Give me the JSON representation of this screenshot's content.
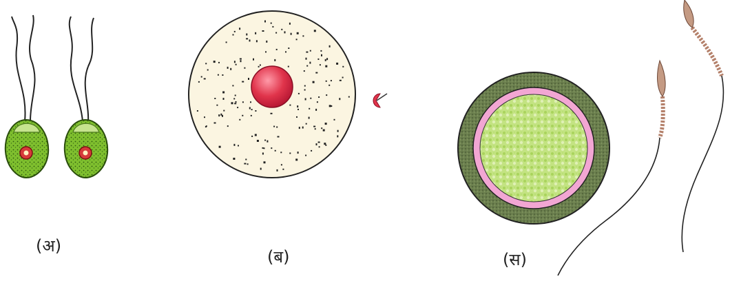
{
  "captions": {
    "a": "(अ)",
    "b": "(ब)",
    "c": "(स)"
  },
  "colors": {
    "cell_green": "#7fbf2e",
    "cell_speckle": "#2f5a10",
    "cap_pale": "#c6e48e",
    "eyespot_red": "#d63a3a",
    "egg_cytoplasm": "#fbf5e1",
    "nucleus_red": "#e0344b",
    "sperm_head": "#c49a83",
    "wall_dark": "#5b7041",
    "wall_pink": "#f2a6d3",
    "core_green": "#c3e382"
  }
}
